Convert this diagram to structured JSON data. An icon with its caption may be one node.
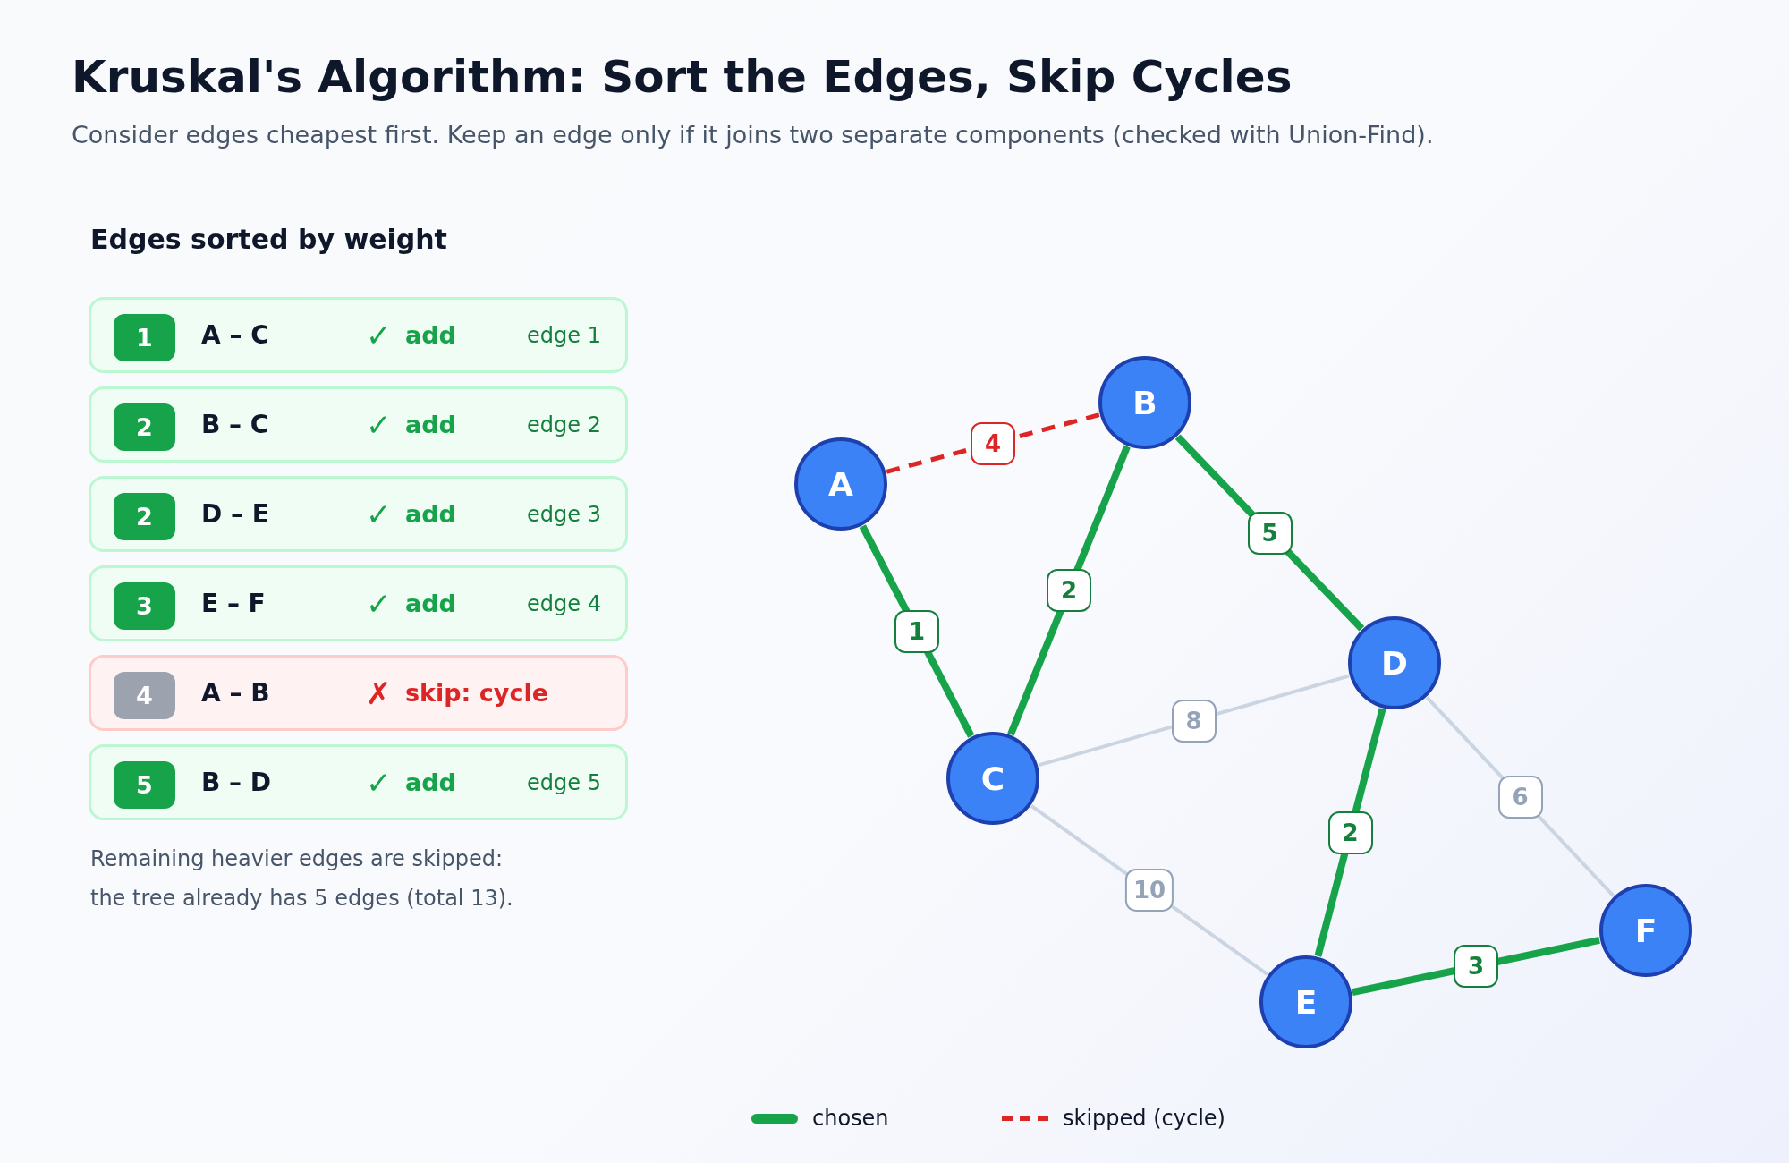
{
  "diagram": {
    "title": "Kruskal's Algorithm: Sort the Edges, Skip Cycles",
    "nodes": [
      {
        "text": [
          "A – C",
          "✓",
          "add",
          "edge 1"
        ]
      },
      {
        "text": [
          "1"
        ],
        "in": 0
      },
      {
        "text": [
          "B – C",
          "✓",
          "add",
          "edge 2"
        ]
      },
      {
        "text": [
          "2"
        ],
        "in": 2
      },
      {
        "text": [
          "D – E",
          "✓",
          "add",
          "edge 3"
        ]
      },
      {
        "text": [
          "2"
        ],
        "in": 4
      },
      {
        "text": [
          "E – F",
          "✓",
          "add",
          "edge 4"
        ]
      },
      {
        "text": [
          "3"
        ],
        "in": 6
      },
      {
        "text": [
          "A – B",
          "✗",
          "skip: cycle"
        ]
      },
      {
        "text": [
          "4"
        ],
        "in": 8
      },
      {
        "text": [
          "B – D",
          "✓",
          "add",
          "edge 5"
        ]
      },
      {
        "text": [
          "5"
        ],
        "in": 10
      },
      {
        "text": [
          "A"
        ]
      },
      {
        "text": [
          "B"
        ]
      },
      {
        "text": [
          "C"
        ]
      },
      {
        "text": [
          "D"
        ]
      },
      {
        "text": [
          "E"
        ]
      },
      {
        "text": [
          "F"
        ]
      }
    ],
    "edges": [
      {
        "from": 12,
        "to": 13,
        "arrow": "none",
        "label": "4",
        "style": "dashed",
        "color": "#dc2626"
      },
      {
        "from": 12,
        "to": 14,
        "arrow": "none",
        "label": "1"
      },
      {
        "from": 13,
        "to": 14,
        "arrow": "none",
        "label": "2"
      },
      {
        "from": 13,
        "to": 15,
        "arrow": "none",
        "label": "5"
      },
      {
        "from": 14,
        "to": 15,
        "arrow": "none",
        "label": "8",
        "color": "#cbd5e1"
      },
      {
        "from": 14,
        "to": 16,
        "arrow": "none",
        "label": "10",
        "color": "#cbd5e1"
      },
      {
        "from": 15,
        "to": 16,
        "arrow": "none",
        "label": "2"
      },
      {
        "from": 15,
        "to": 17,
        "arrow": "none",
        "label": "6",
        "color": "#cbd5e1"
      },
      {
        "from": 16,
        "to": 17,
        "arrow": "none",
        "label": "3"
      }
    ],
    "labels": [
      "Consider edges cheapest first. Keep an edge only if it joins two separate components (checked with Union-Find).",
      "Edges sorted by weight",
      "Remaining heavier edges are skipped: the tree already has 5 edges (total 13)."
    ],
    "legend": [
      {
        "text": "chosen"
      },
      {
        "text": "skipped (cycle)"
      }
    ]
  }
}
